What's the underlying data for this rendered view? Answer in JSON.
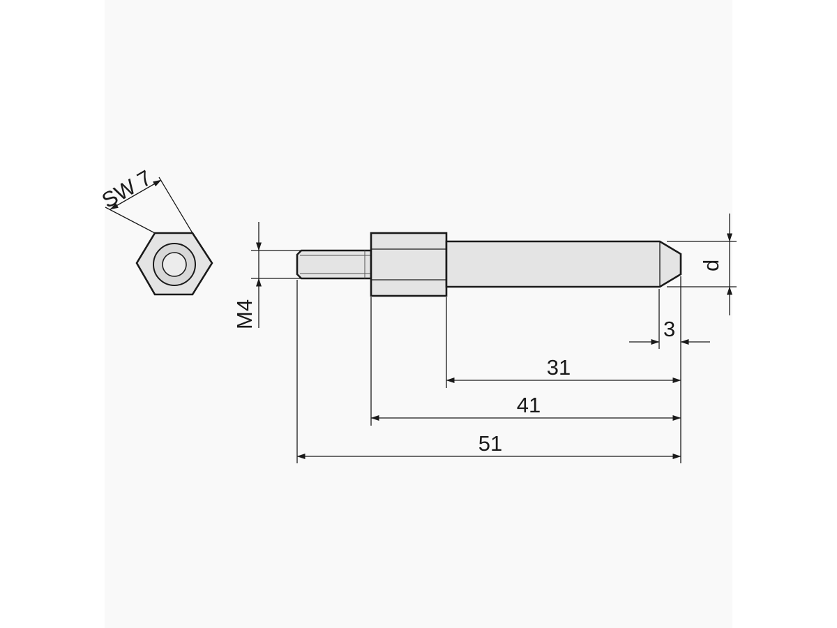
{
  "drawing": {
    "hex_label": "SW 7",
    "thread_label": "M4",
    "diameter_label": "d",
    "chamfer_label": "3",
    "dim_31": "31",
    "dim_41": "41",
    "dim_51": "51"
  },
  "colors": {
    "line": "#1a1a1a",
    "part_fill": "#e4e4e4",
    "background": "#ffffff"
  }
}
